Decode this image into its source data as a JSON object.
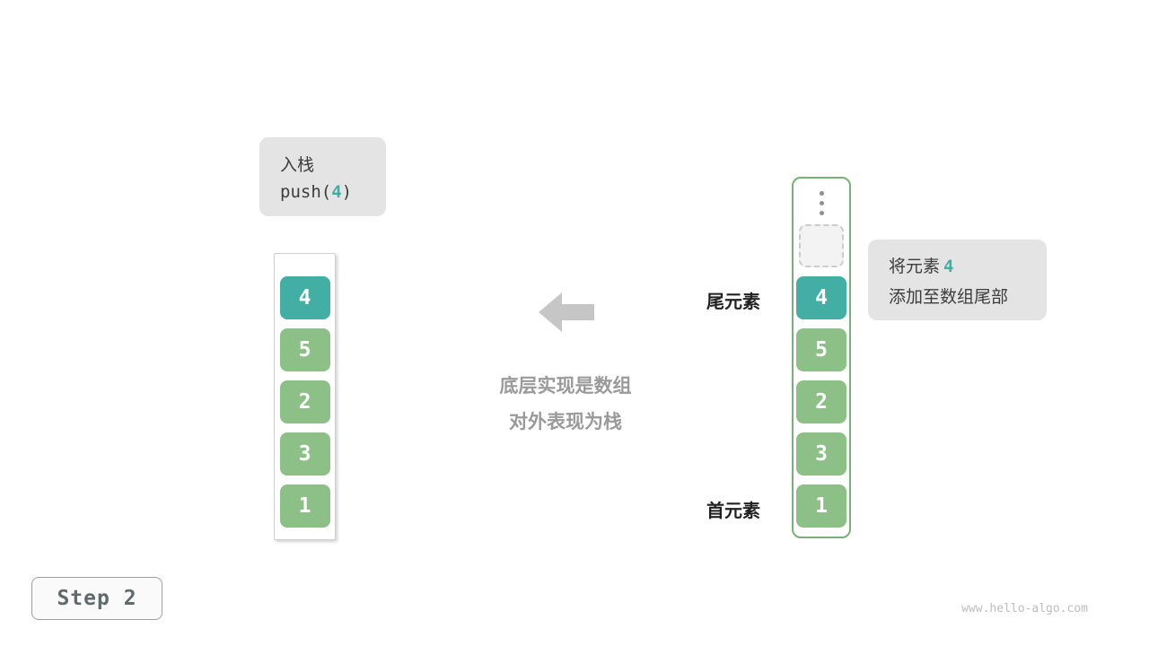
{
  "colors": {
    "teal": "#43afa4",
    "green": "#8dc087",
    "green-border": "#74b374",
    "bubble-bg": "#e4e4e4",
    "text-dark": "#3d3d3d",
    "mid-gray": "#9a9a9a",
    "arrow-gray": "#c6c6c6",
    "label-dark": "#212121",
    "stack-border": "#cfcfcf",
    "empty-bg": "#f3f3f3",
    "empty-border": "#cccccc",
    "dots-gray": "#8f8f8f",
    "step-text": "#5f6a6a",
    "step-border": "#9e9e9e",
    "step-bg": "#fafafa",
    "watermark-gray": "#bdbdbd"
  },
  "push_label": {
    "title": "入栈",
    "code_prefix": "push(",
    "code_arg": "4",
    "code_suffix": ")"
  },
  "left_stack": {
    "cells": [
      {
        "value": "4",
        "highlight": true
      },
      {
        "value": "5",
        "highlight": false
      },
      {
        "value": "2",
        "highlight": false
      },
      {
        "value": "3",
        "highlight": false
      },
      {
        "value": "1",
        "highlight": false
      }
    ]
  },
  "right_stack": {
    "has_ellipsis": true,
    "has_empty_slot": true,
    "cells": [
      {
        "value": "4",
        "highlight": true
      },
      {
        "value": "5",
        "highlight": false
      },
      {
        "value": "2",
        "highlight": false
      },
      {
        "value": "3",
        "highlight": false
      },
      {
        "value": "1",
        "highlight": false
      }
    ]
  },
  "labels": {
    "tail": "尾元素",
    "head": "首元素"
  },
  "note": {
    "line1_prefix": "将元素",
    "line1_value": "4",
    "line2": "添加至数组尾部"
  },
  "middle_caption": {
    "line1": "底层实现是数组",
    "line2": "对外表现为栈"
  },
  "step": {
    "label": "Step 2"
  },
  "watermark": "www.hello-algo.com"
}
